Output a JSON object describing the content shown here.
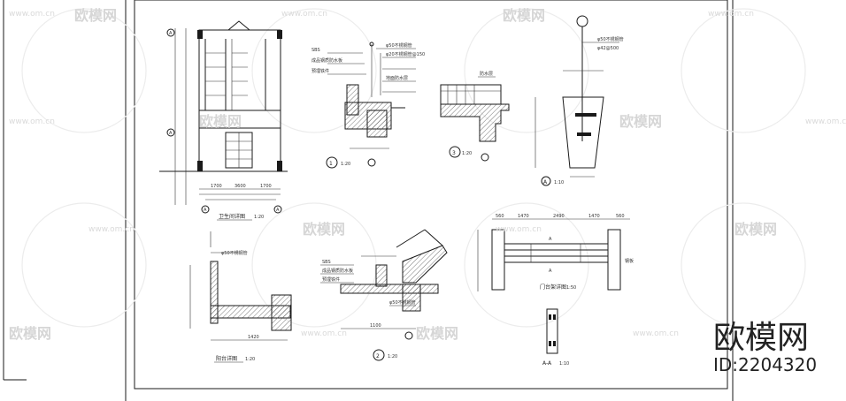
{
  "watermark": {
    "text": "欧模网",
    "url": "www.om.cn"
  },
  "brand": {
    "name": "欧模网",
    "id": "ID:2204320"
  },
  "drawings": {
    "elevation": {
      "title": "卫生间详图",
      "scale": "1:20",
      "axis_a": "A",
      "dims": [
        "1700",
        "3600",
        "1700"
      ]
    },
    "detail_1": {
      "number": "1",
      "scale": "1:20",
      "notes": [
        "φ50不锈钢管",
        "φ20不锈钢管@150",
        "SBS",
        "成品钢质防水板",
        "预埋铁件",
        "地面防水层"
      ]
    },
    "detail_3": {
      "number": "3",
      "scale": "1:20",
      "notes": [
        "防水层"
      ]
    },
    "detail_a": {
      "label": "A",
      "scale": "1:10",
      "notes": [
        "φ50不锈钢管",
        "φ42@500"
      ]
    },
    "balcony": {
      "title": "阳台详图",
      "scale": "1:20",
      "notes": [
        "φ50不锈钢管"
      ],
      "dims": [
        "1420"
      ]
    },
    "detail_2": {
      "number": "2",
      "scale": "1:20",
      "notes": [
        "SBS",
        "成品钢质防水板",
        "预埋铁件",
        "φ50不锈钢管"
      ],
      "dims": [
        "1100"
      ]
    },
    "gate": {
      "title": "门台架详图",
      "scale": "1:50",
      "notes": [
        "A",
        "A",
        "钢板"
      ],
      "dims": [
        "560",
        "1470",
        "2490",
        "1470",
        "560"
      ]
    },
    "section_aa": {
      "title": "A-A",
      "scale": "1:10"
    }
  }
}
